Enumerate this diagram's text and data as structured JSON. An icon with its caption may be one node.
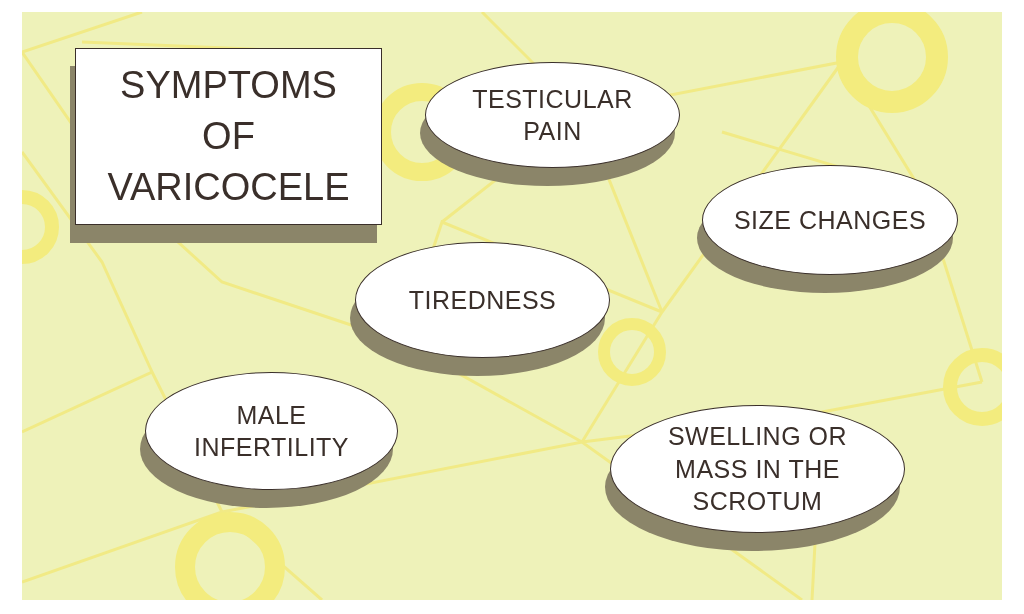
{
  "diagram": {
    "title": "SYMPTOMS OF VARICOCELE",
    "nodes": [
      {
        "text": [
          "TESTICULAR PAIN"
        ]
      },
      {
        "text": [
          "SIZE CHANGES"
        ]
      },
      {
        "text": [
          "TIREDNESS"
        ]
      },
      {
        "text": [
          "MALE INFERTILITY"
        ]
      },
      {
        "text": [
          "SWELLING OR MASS IN THE SCROTUM"
        ]
      }
    ]
  }
}
